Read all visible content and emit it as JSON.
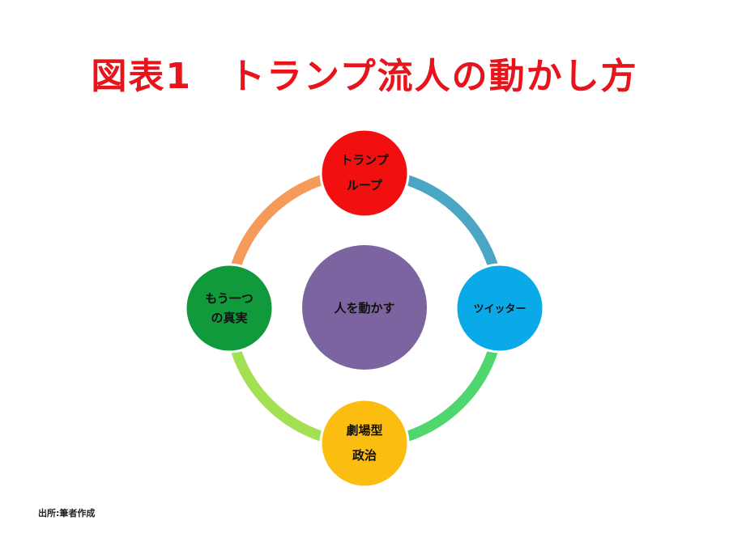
{
  "title": "図表1　トランプ流人の動かし方",
  "center": {
    "label": "人を動かす",
    "color": "#7b64a0"
  },
  "nodes": [
    {
      "id": "trump-loop",
      "lines": [
        "トランプ",
        "ループ"
      ],
      "color": "#f20f0f"
    },
    {
      "id": "twitter",
      "lines": [
        "ツイッター"
      ],
      "color": "#0aaae8"
    },
    {
      "id": "theater-politics",
      "lines": [
        "劇場型",
        "政治"
      ],
      "color": "#fbbd10"
    },
    {
      "id": "another-truth",
      "lines": [
        "もう一つ",
        "の真実"
      ],
      "color": "#109a3c"
    }
  ],
  "arcs": {
    "top_right": "#4ba6c4",
    "bottom_right": "#4fd66e",
    "bottom_left": "#a3e054",
    "top_left": "#f59b5a"
  },
  "source": "出所:筆者作成"
}
